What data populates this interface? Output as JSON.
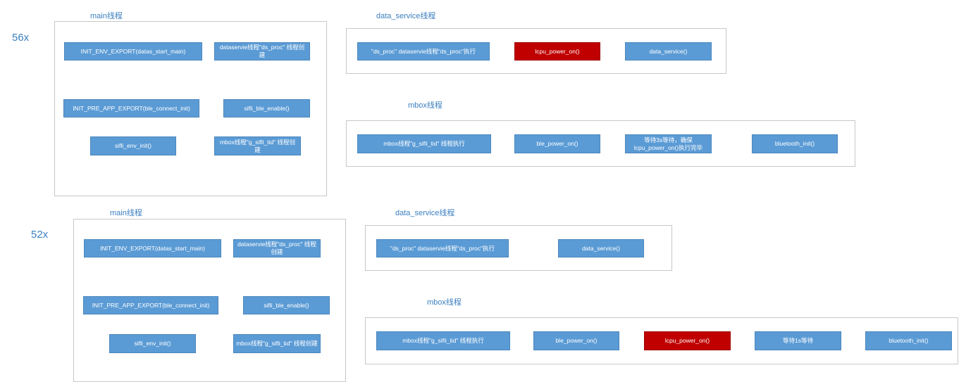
{
  "top": {
    "chip": "56x",
    "main": {
      "title": "main线程",
      "init_env": "INIT_ENV_EXPORT(datas_start_main)",
      "ds_create": "dataservie线程\"ds_proc\" 线程创建",
      "init_pre_app": "INIT_PRE_APP_EXPORT(ble_connect_init)",
      "ble_enable": "sifli_ble_enable()",
      "env_init": "sifli_env_init()",
      "mbox_create": "mbox线程\"g_sifli_tid\" 线程创建"
    },
    "ds": {
      "title": "data_service线程",
      "exec": "\"ds_proc\" dataservie线程\"ds_proc\"执行",
      "lcpu_power_on": "lcpu_power_on()",
      "data_service": "data_service()"
    },
    "mbox": {
      "title": "mbox线程",
      "exec": "mbox线程\"g_sifli_tid\" 线程执行",
      "ble_power_on": "ble_power_on()",
      "wait": "等待3s等待，确保lcpu_power_on()执行完毕",
      "bt_init": "bluetooth_init()"
    }
  },
  "bottom": {
    "chip": "52x",
    "main": {
      "title": "main线程",
      "init_env": "INIT_ENV_EXPORT(datas_start_main)",
      "ds_create": "dataservie线程\"ds_proc\" 线程创建",
      "init_pre_app": "INIT_PRE_APP_EXPORT(ble_connect_init)",
      "ble_enable": "sifli_ble_enable()",
      "env_init": "sifli_env_init()",
      "mbox_create": "mbox线程\"g_sifli_tid\" 线程创建"
    },
    "ds": {
      "title": "data_service线程",
      "exec": "\"ds_proc\" dataservie线程\"ds_proc\"执行",
      "data_service": "data_service()"
    },
    "mbox": {
      "title": "mbox线程",
      "exec": "mbox线程\"g_sifli_tid\" 线程执行",
      "ble_power_on": "ble_power_on()",
      "lcpu_power_on": "lcpu_power_on()",
      "wait": "等待1s等待",
      "bt_init": "bluetooth_init()"
    }
  },
  "colors": {
    "box_fill": "#5b9bd5",
    "box_highlight": "#c00000",
    "connector": "#5b9bd5",
    "label": "#3a7fc0"
  }
}
